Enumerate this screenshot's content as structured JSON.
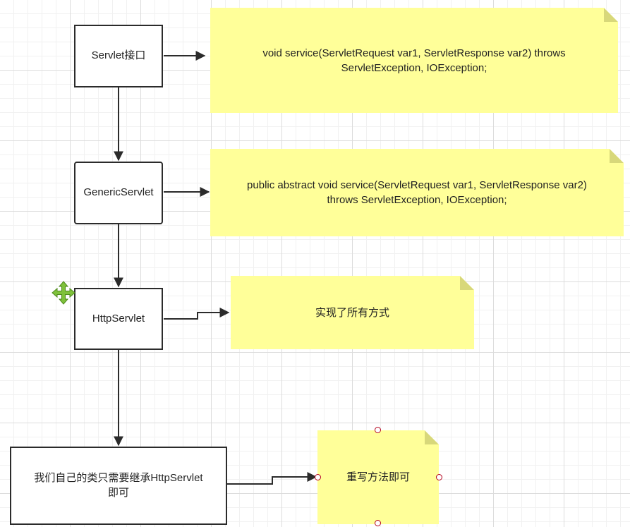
{
  "nodes": {
    "servlet": "Servlet接口",
    "generic": "GenericServlet",
    "http": "HttpServlet",
    "custom": "我们自己的类只需要继承HttpServlet即可"
  },
  "notes": {
    "servlet": "void service(ServletRequest var1, ServletResponse var2) throws ServletException, IOException;",
    "generic": "public abstract void service(ServletRequest var1, ServletResponse var2) throws ServletException, IOException;",
    "http": "实现了所有方式",
    "custom": "重写方法即可"
  },
  "colors": {
    "note_fill": "#ffff99",
    "stroke": "#2b2b2b",
    "handle": "#b3001b",
    "move_icon": "#7ec13a"
  },
  "icons": {
    "selection": "move-icon"
  }
}
